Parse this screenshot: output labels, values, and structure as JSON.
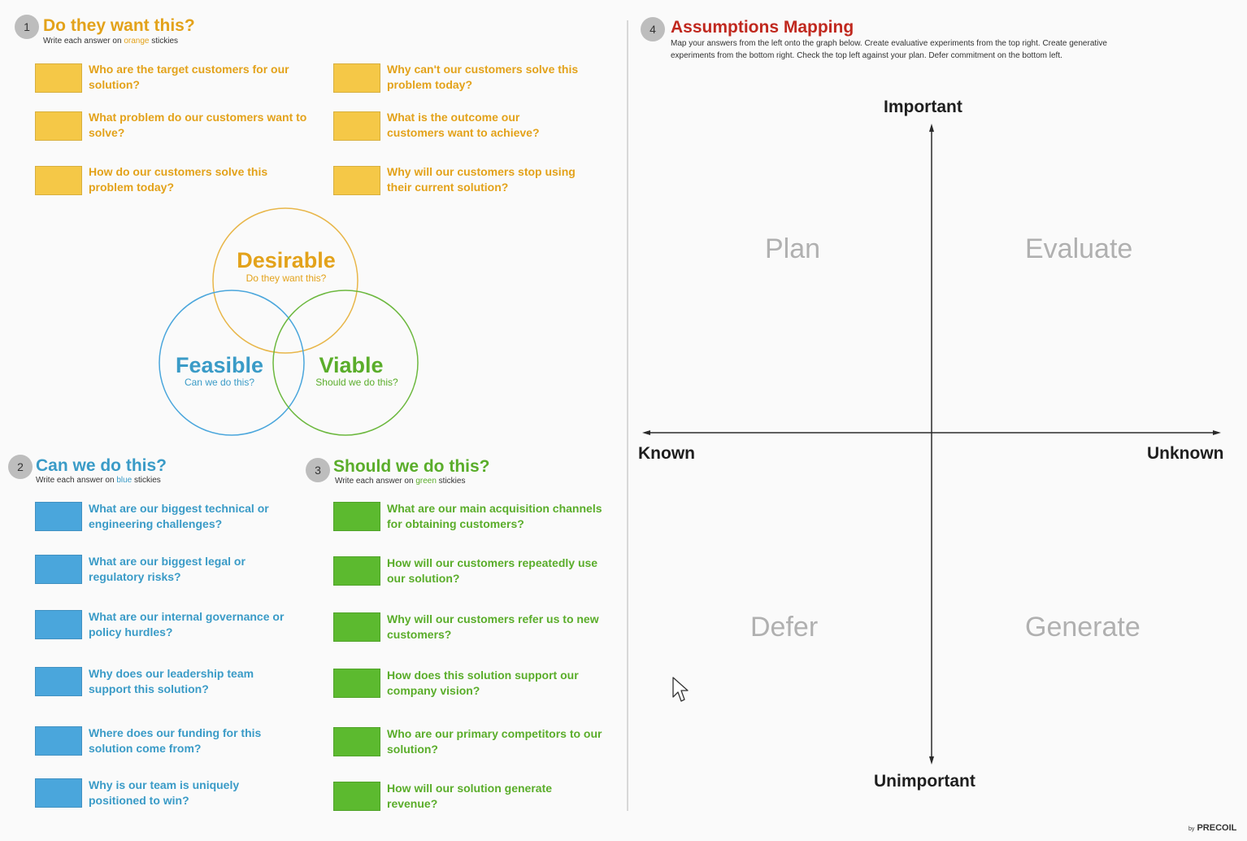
{
  "section1": {
    "number": "1",
    "title": "Do they want this?",
    "subtitle_prefix": "Write each answer on ",
    "subtitle_color_word": "orange",
    "subtitle_suffix": " stickies",
    "questions": [
      "Who are the target customers for our solution?",
      "Why can't our customers solve this problem today?",
      "What problem do our customers want to solve?",
      "What is the outcome our customers want to achieve?",
      "How do our customers solve this problem today?",
      "Why will our customers stop using their current solution?"
    ]
  },
  "venn": {
    "desirable": {
      "title": "Desirable",
      "subtitle": "Do they want this?"
    },
    "feasible": {
      "title": "Feasible",
      "subtitle": "Can we do this?"
    },
    "viable": {
      "title": "Viable",
      "subtitle": "Should we do this?"
    }
  },
  "section2": {
    "number": "2",
    "title": "Can we do this?",
    "subtitle_prefix": "Write each answer on ",
    "subtitle_color_word": "blue",
    "subtitle_suffix": " stickies",
    "questions": [
      "What are our biggest technical or engineering challenges?",
      "What are our biggest legal or regulatory risks?",
      "What are our internal governance or policy hurdles?",
      "Why does our leadership team support this solution?",
      "Where does our funding for this solution come from?",
      "Why is our team is uniquely positioned to win?"
    ]
  },
  "section3": {
    "number": "3",
    "title": "Should we do this?",
    "subtitle_prefix": "Write each answer on ",
    "subtitle_color_word": "green",
    "subtitle_suffix": " stickies",
    "questions": [
      "What are our main acquisition channels for obtaining customers?",
      "How will our customers repeatedly use our solution?",
      "Why will our customers refer us to new customers?",
      "How does this solution support our company vision?",
      "Who are our primary competitors to our solution?",
      "How will our solution generate revenue?"
    ]
  },
  "section4": {
    "number": "4",
    "title": "Assumptions Mapping",
    "description_line1": "Map your answers from the left onto the graph below. Create evaluative experiments from the top right. Create generative",
    "description_line2": "experiments from the bottom right. Check the top left against your plan. Defer commitment on the bottom left.",
    "axes": {
      "top": "Important",
      "bottom": "Unimportant",
      "left": "Known",
      "right": "Unknown"
    },
    "quadrants": {
      "top_left": "Plan",
      "top_right": "Evaluate",
      "bottom_left": "Defer",
      "bottom_right": "Generate"
    }
  },
  "footer": {
    "brand_prefix": "by",
    "brand": "PRECOIL"
  },
  "colors": {
    "orange": "#e3a21a",
    "blue": "#3a9bc7",
    "green": "#5aad2a",
    "red_title": "#c0281e",
    "orange_sticky": "#f5c847",
    "blue_sticky": "#4aa6dc",
    "green_sticky": "#5cba2f"
  },
  "icons": {
    "cursor": "mouse-pointer-icon"
  }
}
